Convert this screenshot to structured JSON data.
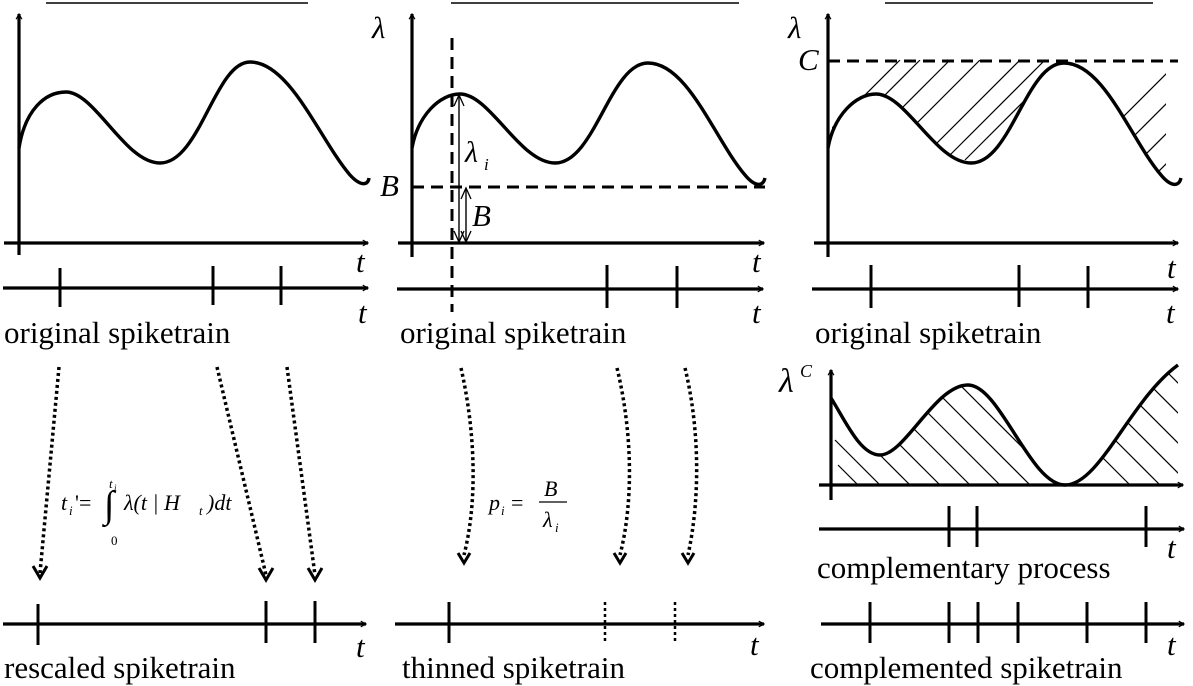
{
  "figure": {
    "panels": [
      {
        "id": "rescaling",
        "intensity_axis_label": "",
        "time_label": "t",
        "original_label": "original spiketrain",
        "transform_formula": "t_i' = ∫₀^{t_i} λ(t | H_t) dt",
        "formula_parts": {
          "lhs": "t",
          "lhs_sub": "i",
          "prime_eq": "'=",
          "upper": "t",
          "upper_sub": "i",
          "lower": "0",
          "integrand": "λ(t | H",
          "integrand_sub": "t",
          "tail": ")dt"
        },
        "result_label": "rescaled spiketrain",
        "original_spikes": [
          60,
          213,
          281
        ],
        "result_spikes": [
          38,
          266,
          315
        ]
      },
      {
        "id": "thinning",
        "intensity_axis_label": "λ",
        "baseline_label": "B",
        "lambda_i_label": "λ",
        "lambda_i_sub": "i",
        "b_arrow_label": "B",
        "time_label": "t",
        "original_label": "original spiketrain",
        "transform_formula": "p_i = B / λ_i",
        "formula_parts": {
          "lhs": "p",
          "lhs_sub": "i",
          "eq": "=",
          "num": "B",
          "den": "λ",
          "den_sub": "i"
        },
        "result_label": "thinned spiketrain",
        "original_spikes": [
          452,
          607,
          677
        ],
        "result_spikes_kept": [
          449
        ],
        "result_spikes_removed": [
          605,
          675
        ]
      },
      {
        "id": "complementing",
        "intensity_axis_label": "λ",
        "ceiling_label": "C",
        "time_label": "t",
        "original_label": "original spiketrain",
        "complement_axis_label": "λ",
        "complement_axis_sup": "C",
        "complement_label": "complementary process",
        "result_label": "complemented spiketrain",
        "original_spikes": [
          871,
          1019,
          1088
        ],
        "complement_spikes": [
          949,
          977,
          1146
        ],
        "result_spikes": [
          870,
          949,
          978,
          1018,
          1087,
          1146
        ]
      }
    ],
    "colors": {
      "ink": "#000000",
      "background": "#ffffff"
    }
  }
}
